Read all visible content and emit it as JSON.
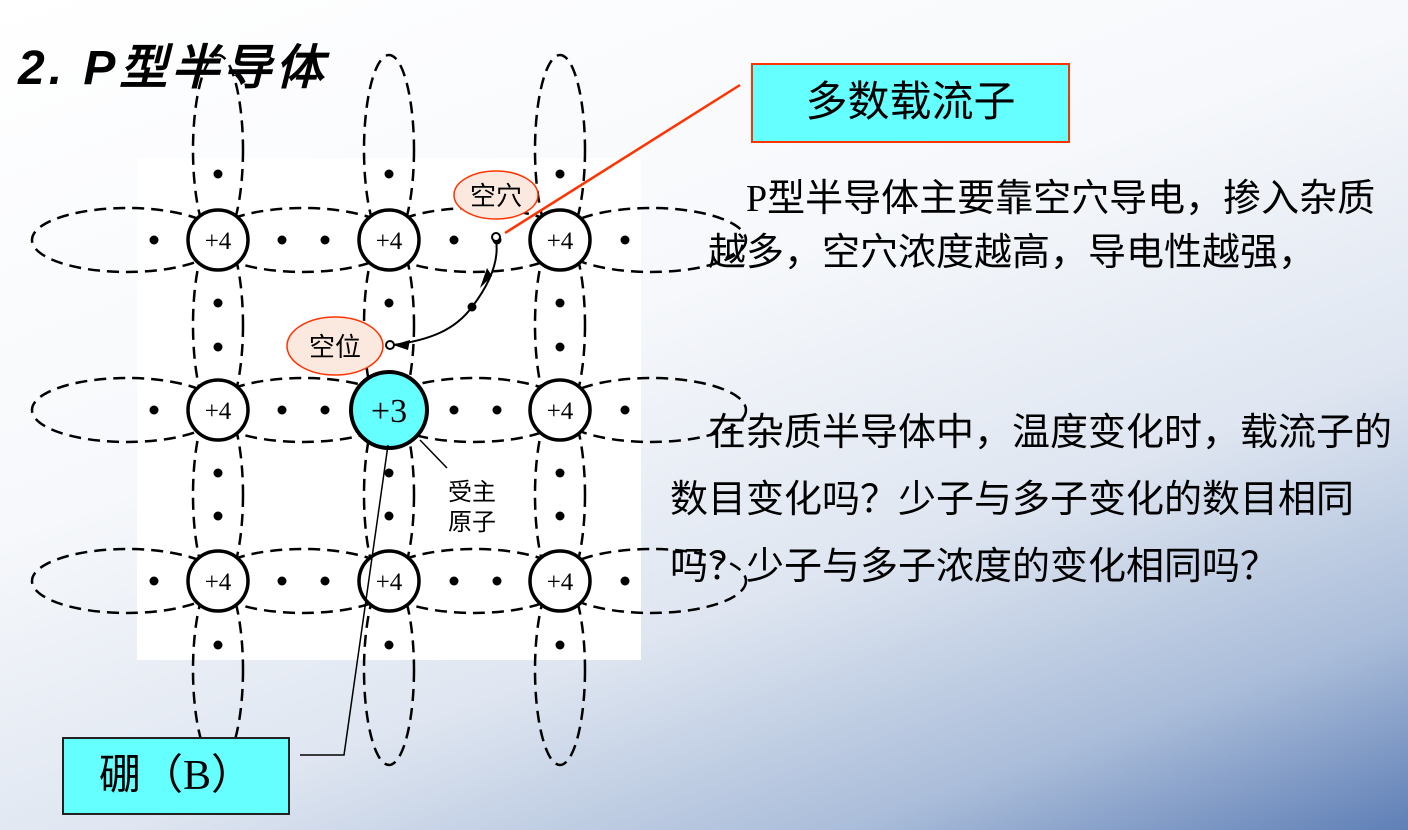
{
  "title": "2. P型半导体",
  "callout_majority": "多数载流子",
  "callout_boron": "硼（B）",
  "paragraph1": "　P型半导体主要靠空穴导电，掺入杂质越多，空穴浓度越高，导电性越强，",
  "paragraph2": "　在杂质半导体中，温度变化时，载流子的数目变化吗？少子与多子变化的数目相同吗？少子与多子浓度的变化相同吗？",
  "diagram": {
    "atom_label": "+4",
    "acceptor_label": "+3",
    "hole_label": "空穴",
    "vacancy_label": "空位",
    "acceptor_atom_label_1": "受主",
    "acceptor_atom_label_2": "原子",
    "acceptor_color": "#66ffff",
    "callout_color": "#66ffff"
  }
}
